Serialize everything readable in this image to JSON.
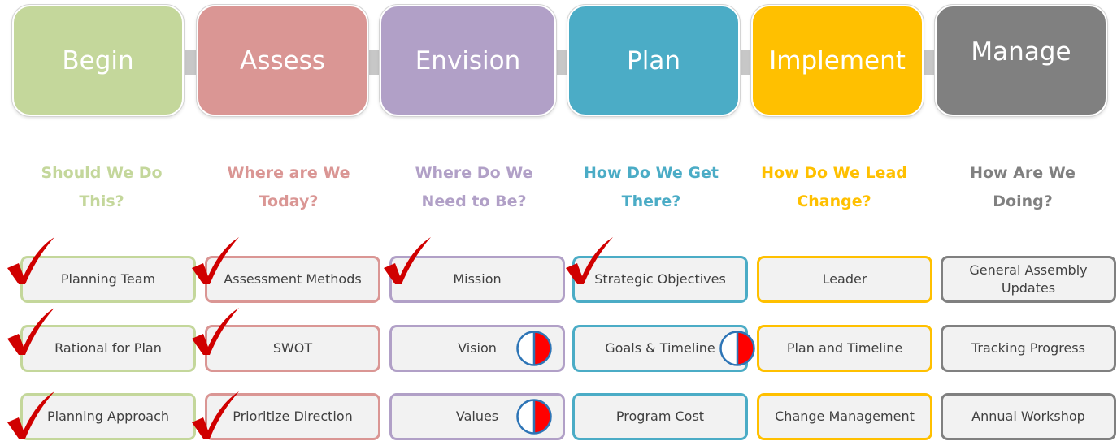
{
  "phases": [
    {
      "label": "Begin",
      "color": "#c4d79b"
    },
    {
      "label": "Assess",
      "color": "#da9694"
    },
    {
      "label": "Envision",
      "color": "#b1a0c7"
    },
    {
      "label": "Plan",
      "color": "#4bacc6"
    },
    {
      "label": "Implement",
      "color": "#ffc000"
    },
    {
      "label": "Manage",
      "color": "#808080"
    }
  ],
  "questions": [
    {
      "line1": "Should We Do",
      "line2": "This?"
    },
    {
      "line1": "Where are We",
      "line2": "Today?"
    },
    {
      "line1": "Where Do We",
      "line2": "Need to Be?"
    },
    {
      "line1": "How Do We Get",
      "line2": "There?"
    },
    {
      "line1": "How Do We Lead",
      "line2": "Change?"
    },
    {
      "line1": "How Are We",
      "line2": "Doing?"
    }
  ],
  "items": [
    [
      "Planning Team",
      "Rational for Plan",
      "Planning Approach"
    ],
    [
      "Assessment Methods",
      "SWOT",
      "Prioritize Direction"
    ],
    [
      "Mission",
      "Vision",
      "Values"
    ],
    [
      "Strategic Objectives",
      "Goals & Timeline",
      "Program Cost"
    ],
    [
      "Leader",
      "Plan and Timeline",
      "Change Management"
    ],
    [
      "General Assembly Updates",
      "Tracking Progress",
      "Annual Workshop"
    ]
  ],
  "status": {
    "check_color": "#d00000",
    "half_fill_color": "#ff0000",
    "half_ring_color": "#2e75b6",
    "completed": [
      "Planning Team",
      "Rational for Plan",
      "Planning Approach",
      "Assessment Methods",
      "SWOT",
      "Prioritize Direction",
      "Mission",
      "Strategic Objectives"
    ],
    "in_progress": [
      "Vision",
      "Values",
      "Goals & Timeline"
    ]
  }
}
